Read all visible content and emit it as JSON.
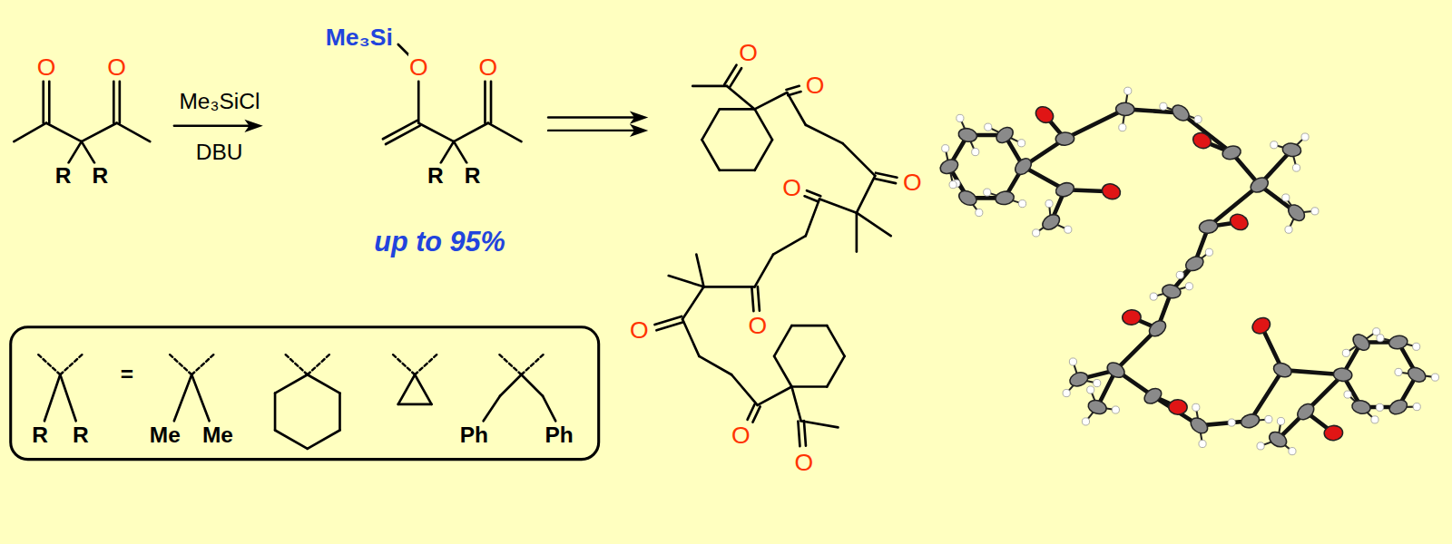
{
  "diagram": {
    "nodes": [
      {
        "text": [
          "R",
          "R",
          "=",
          "Me",
          "Me",
          "Ph",
          "Ph"
        ]
      }
    ],
    "labels": [
      "O",
      "O",
      "R",
      "R",
      "Me₃SiCl",
      "DBU",
      "Me₃Si",
      "O",
      "O",
      "R",
      "R",
      "up to 95%",
      "O",
      "O",
      "O",
      "O",
      "O",
      "O",
      "O",
      "O"
    ]
  }
}
